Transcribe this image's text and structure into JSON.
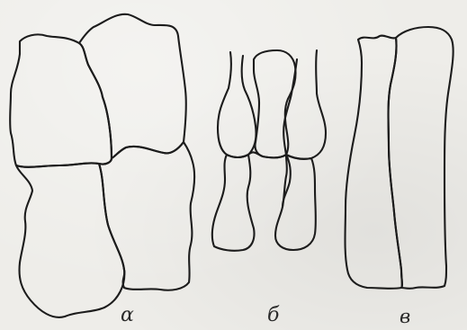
{
  "figure": {
    "labels": {
      "a": "α",
      "b": "б",
      "v": "в"
    }
  }
}
